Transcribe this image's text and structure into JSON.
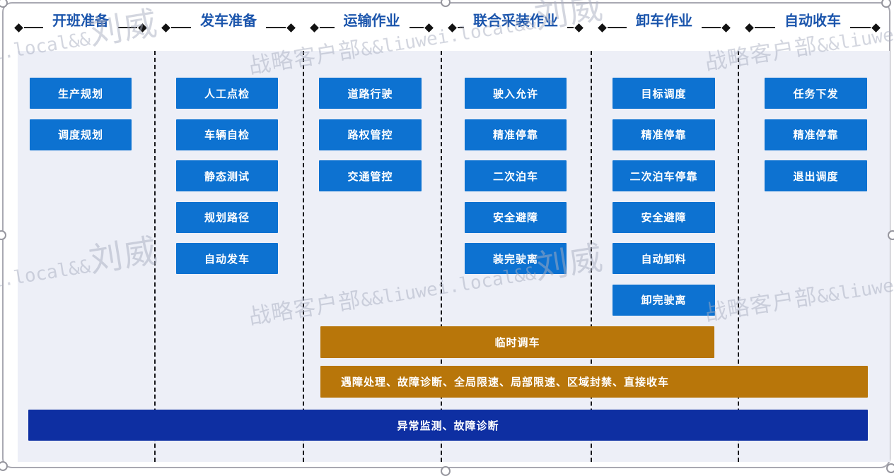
{
  "diagram": {
    "columns": [
      {
        "title": "开班准备",
        "steps": [
          "生产规划",
          "调度规划"
        ]
      },
      {
        "title": "发车准备",
        "steps": [
          "人工点检",
          "车辆自检",
          "静态测试",
          "规划路径",
          "自动发车"
        ]
      },
      {
        "title": "运输作业",
        "steps": [
          "道路行驶",
          "路权管控",
          "交通管控"
        ]
      },
      {
        "title": "联合采装作业",
        "steps": [
          "驶入允许",
          "精准停靠",
          "二次泊车",
          "安全避障",
          "装完驶离"
        ]
      },
      {
        "title": "卸车作业",
        "steps": [
          "目标调度",
          "精准停靠",
          "二次泊车停靠",
          "安全避障",
          "自动卸料",
          "卸完驶离"
        ]
      },
      {
        "title": "自动收车",
        "steps": [
          "任务下发",
          "精准停靠",
          "退出调度"
        ]
      }
    ],
    "overlay_bars": [
      {
        "label": "临时调车",
        "style": "amber"
      },
      {
        "label": "遇障处理、故障诊断、全局限速、局部限速、区域封禁、直接收车",
        "style": "amber"
      },
      {
        "label": "异常监测、故障诊断",
        "style": "navy"
      }
    ]
  },
  "watermark": {
    "prefix": "战略客户部",
    "middle": "&&liuwei.local&&",
    "suffix": "刘威"
  },
  "colors": {
    "step_box": "#0d72d1",
    "amber_bar": "#b8760a",
    "navy_bar": "#0e2fa2",
    "header_text": "#1b55ac",
    "panel_bg": "#edeff7"
  }
}
